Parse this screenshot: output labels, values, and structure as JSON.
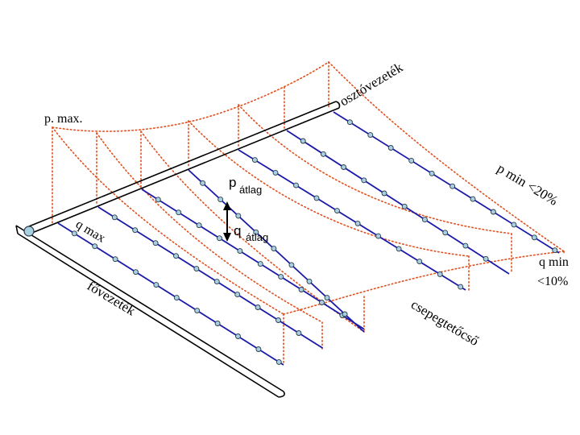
{
  "labels": {
    "p_max": "p. max.",
    "distributor": "osztóvezeték",
    "p_min": "p min <20%",
    "p_avg_p": "p",
    "p_avg_sub": "átlag",
    "q_avg_q": "q",
    "q_avg_sub": "átlag",
    "q_max": "q max",
    "q_min_line1": "q min",
    "q_min_line2": "<10%",
    "main_pipe": "fővezeték",
    "drip_pipe": "csepegtetőcső"
  },
  "colors": {
    "pipe": "#000000",
    "lateral": "#1a1aa8",
    "emitter_fill": "#a8d0e0",
    "emitter_stroke": "#2a3a4a",
    "pressure_curve": "#e05020",
    "arrow": "#000000"
  }
}
